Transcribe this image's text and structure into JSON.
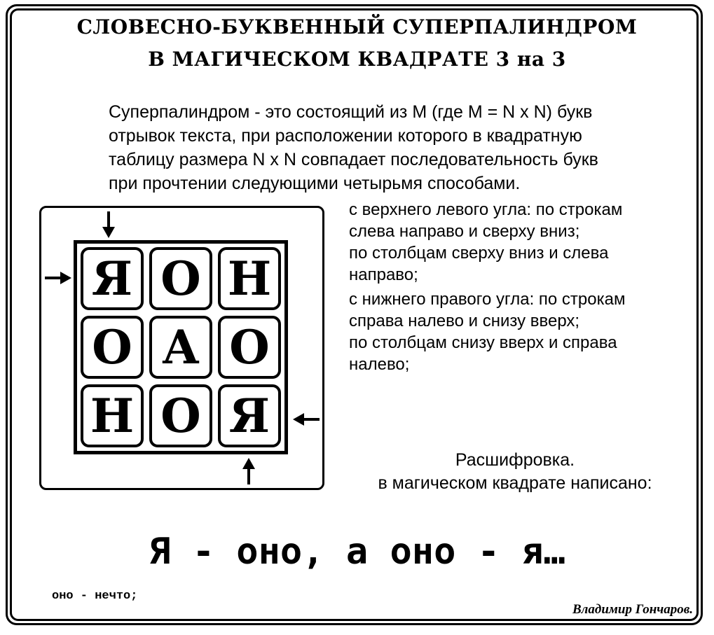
{
  "title": {
    "line1": "СЛОВЕСНО-БУКВЕННЫЙ СУПЕРПАЛИНДРОМ",
    "line2": "В МАГИЧЕСКОМ КВАДРАТЕ 3 на 3"
  },
  "intro": {
    "lines": [
      "Суперпалиндром - это состоящий из M (где M = N x N) букв",
      "отрывок текста, при расположении которого в квадратную",
      "таблицу размера N x N совпадает последовательность букв",
      "при прочтении следующими четырьмя способами."
    ]
  },
  "rules": {
    "lines": [
      "с верхнего левого угла: по строкам",
      "слева направо и сверху вниз;",
      "по столбцам сверху вниз и слева",
      "направо;",
      "с нижнего правого угла: по строкам",
      "справа налево и снизу вверх;",
      "по столбцам снизу вверх и справа",
      "налево;"
    ]
  },
  "square": {
    "cells": [
      "Я",
      "О",
      "Н",
      "О",
      "А",
      "О",
      "Н",
      "О",
      "Я"
    ],
    "arrows": [
      "down-arrow-icon",
      "right-arrow-icon",
      "left-arrow-icon",
      "up-arrow-icon"
    ]
  },
  "decode": {
    "heading": "Расшифровка.",
    "text": "в магическом квадрате написано:"
  },
  "answer": "Я - оно, а оно - я…",
  "footnote": "оно - нечто;",
  "author": "Владимир Гончаров."
}
